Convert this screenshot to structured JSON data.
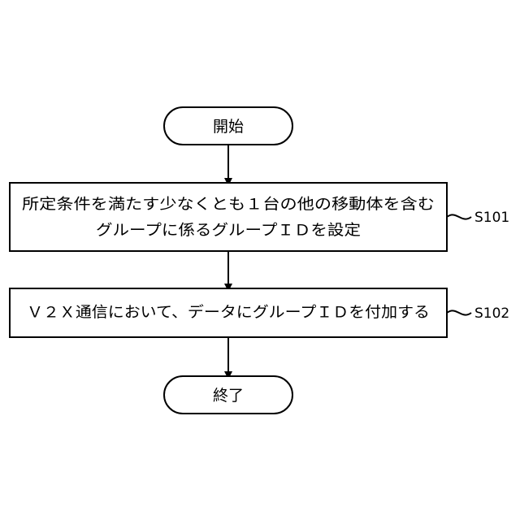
{
  "flowchart": {
    "start": {
      "label": "開始"
    },
    "steps": [
      {
        "lines": [
          "所定条件を満たす少なくとも１台の他の移動体を含む",
          "グループに係るグループＩＤを設定"
        ],
        "ref": "S101"
      },
      {
        "lines": [
          "Ｖ２Ｘ通信において、データにグループＩＤを付加する"
        ],
        "ref": "S102"
      }
    ],
    "end": {
      "label": "終了"
    }
  }
}
